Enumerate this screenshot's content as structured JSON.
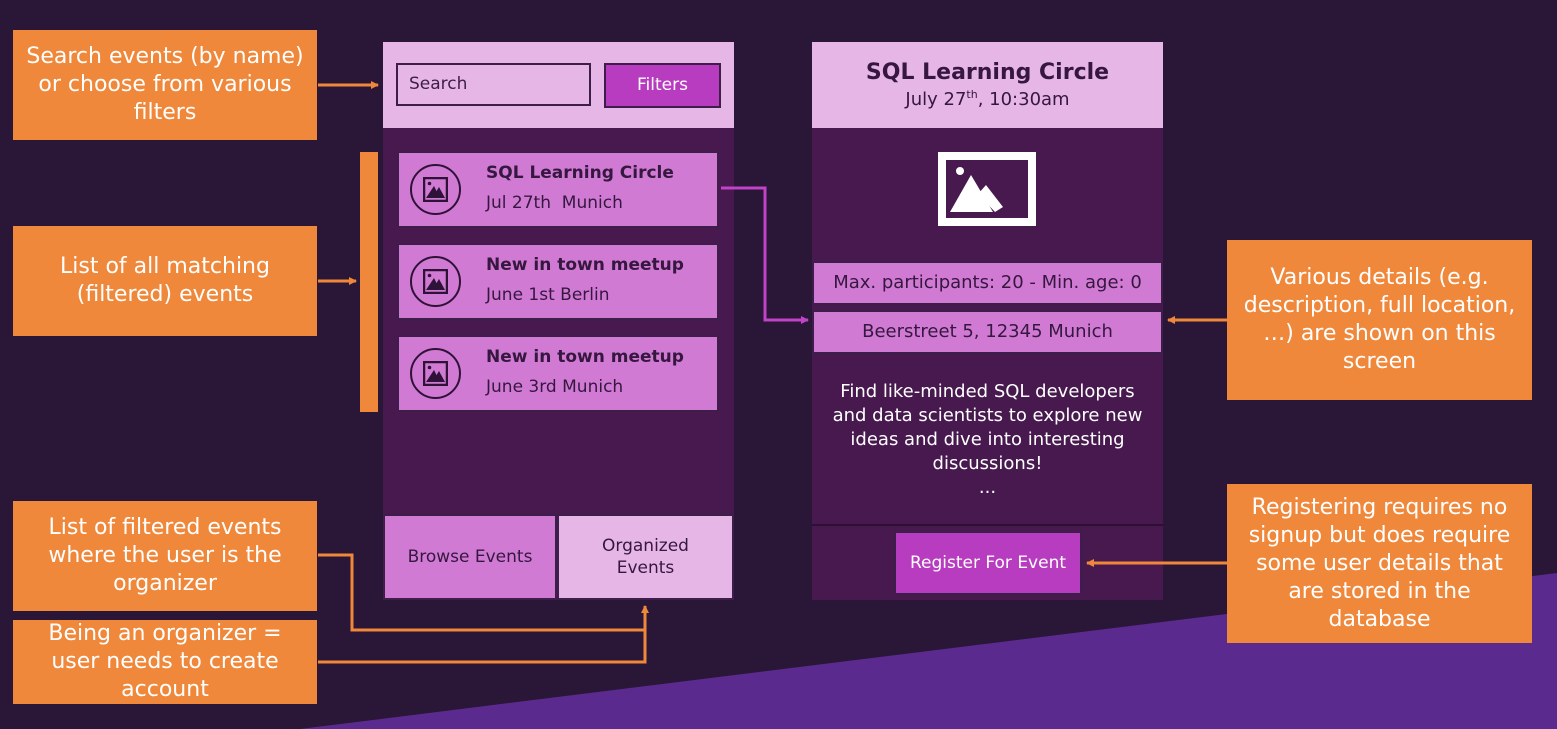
{
  "colors": {
    "background": "#2a1636",
    "annotation": "#f0883b",
    "phone_body": "#47194f",
    "light_panel": "#e6b6e6",
    "card": "#d07ad3",
    "button": "#b83cbf",
    "accent_band": "#5b2a8f"
  },
  "annotations": {
    "search": "Search events (by name) or choose from various filters",
    "list": "List of all matching (filtered) events",
    "organizer_list": "List of filtered events where the user is the organizer",
    "organizer_account": "Being an organizer = user needs to create account",
    "details": "Various details (e.g. description, full location, …) are shown on this screen",
    "register": "Registering requires no signup but does require some user details that are stored in the database"
  },
  "list_screen": {
    "search_placeholder": "Search",
    "filters_label": "Filters",
    "events": [
      {
        "title": "SQL Learning Circle",
        "subtitle": "Jul 27th  Munich",
        "icon": "image-icon"
      },
      {
        "title": "New in town meetup",
        "subtitle": "June 1st Berlin",
        "icon": "image-icon"
      },
      {
        "title": "New in town meetup",
        "subtitle": "June 3rd Munich",
        "icon": "image-icon"
      }
    ],
    "tabs": {
      "browse": "Browse Events",
      "organized": "Organized Events"
    }
  },
  "detail_screen": {
    "title": "SQL Learning Circle",
    "date_month_day": "July 27",
    "date_suffix": "th",
    "date_time": ", 10:30am",
    "image_icon": "image-icon",
    "meta": "Max. participants: 20 - Min. age: 0",
    "address": "Beerstreet 5, 12345 Munich",
    "description": "Find like-minded SQL developers and data scientists to explore new ideas and dive into interesting discussions!",
    "ellipsis": "...",
    "register_label": "Register For Event"
  }
}
